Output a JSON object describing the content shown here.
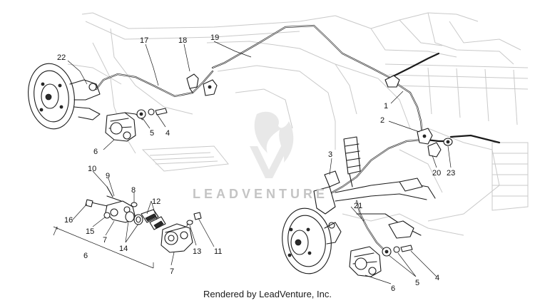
{
  "diagram": {
    "callouts": [
      "22",
      "17",
      "18",
      "19",
      "1",
      "2",
      "3",
      "5",
      "4",
      "6",
      "10",
      "9",
      "8",
      "12",
      "16",
      "15",
      "7",
      "14",
      "13",
      "11",
      "6",
      "7",
      "20",
      "23",
      "21",
      "5",
      "4",
      "6"
    ]
  },
  "watermark": {
    "text": "LEADVENTURE"
  },
  "credit": {
    "text": "Rendered by LeadVenture, Inc."
  }
}
